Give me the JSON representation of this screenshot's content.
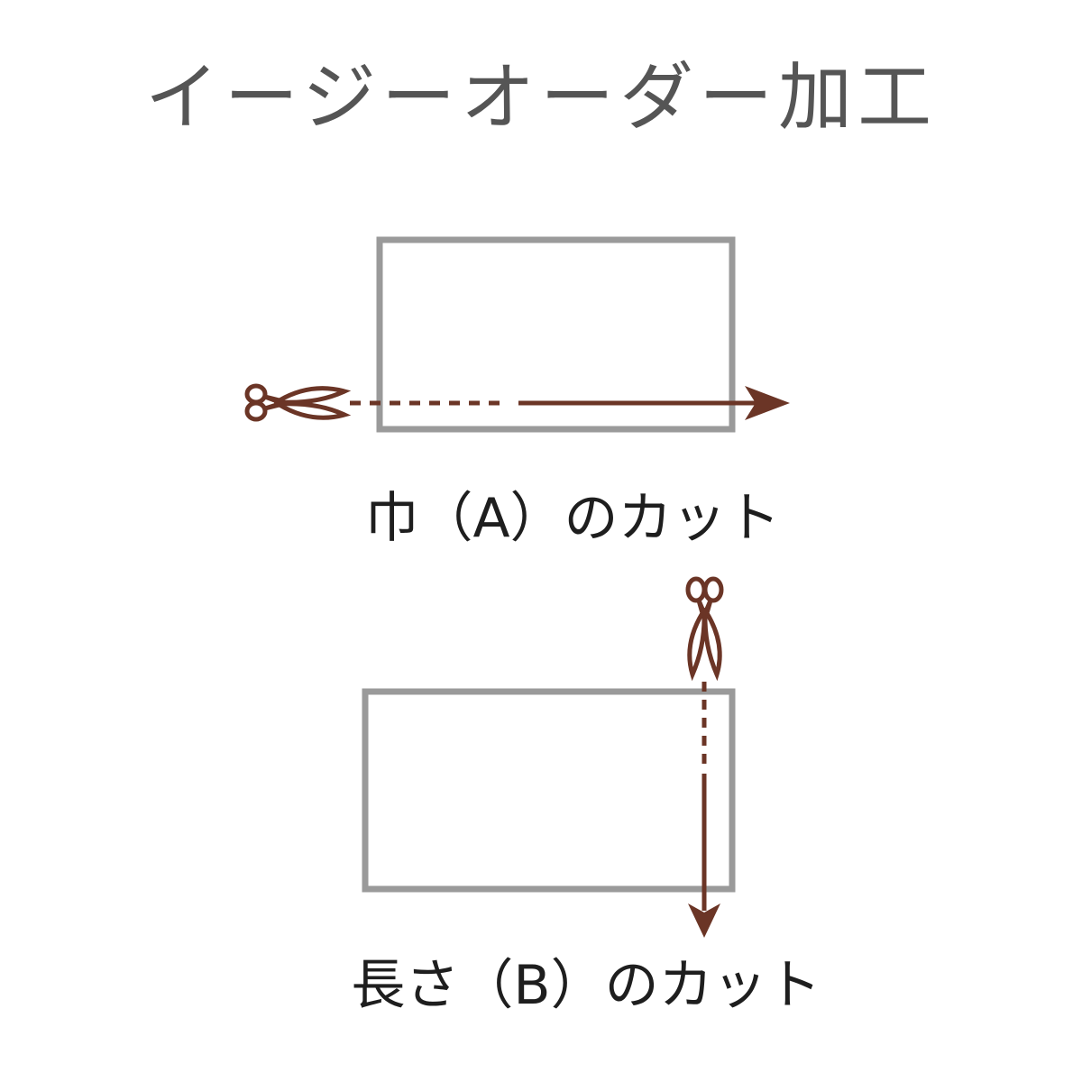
{
  "title": "イージーオーダー加工",
  "cut_width": {
    "label": "巾（A）のカット"
  },
  "cut_length": {
    "label": "長さ（B）のカット"
  },
  "colors": {
    "frame": "#9a9a9a",
    "cut_line": "#6b3526",
    "title_text": "#555555",
    "caption_text": "#1e1e1e"
  },
  "icons": [
    "scissors-icon",
    "arrow-right-icon",
    "arrow-down-icon"
  ]
}
